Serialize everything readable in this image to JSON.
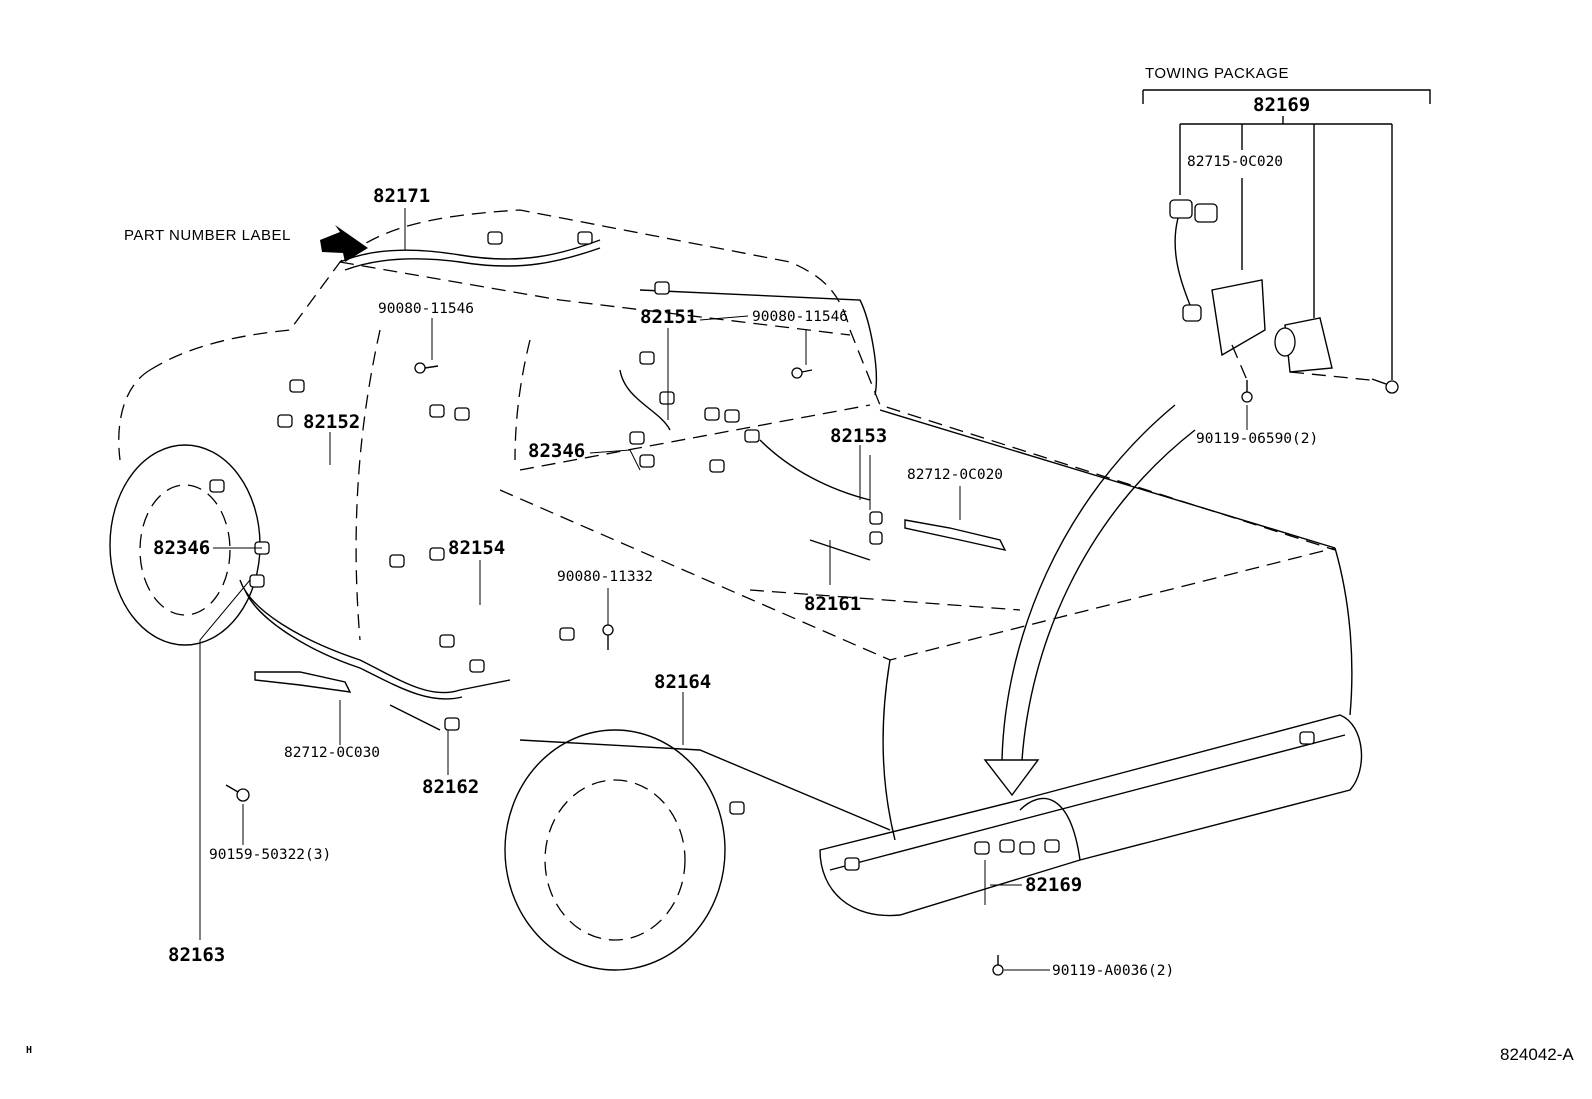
{
  "diagram": {
    "title_group": "TOWING PACKAGE",
    "figure_id": "824042-A",
    "corner_mark": "H",
    "callouts": {
      "part_number_label": "PART NUMBER LABEL",
      "p82171": "82171",
      "p90080_11546_a": "90080-11546",
      "p90080_11546_b": "90080-11546",
      "p82151": "82151",
      "p82152": "82152",
      "p82346_a": "82346",
      "p82346_b": "82346",
      "p82153": "82153",
      "p82154": "82154",
      "p82712_0C020": "82712-0C020",
      "p90080_11332": "90080-11332",
      "p82161": "82161",
      "p82164": "82164",
      "p82712_0C030": "82712-0C030",
      "p82162": "82162",
      "p90159_50322": "90159-50322(3)",
      "p82163": "82163",
      "p82169_tow": "82169",
      "p82715_0C020": "82715-0C020",
      "p90119_06590": "90119-06590(2)",
      "p82169_bumper": "82169",
      "p90119_A0036": "90119-A0036(2)"
    }
  }
}
